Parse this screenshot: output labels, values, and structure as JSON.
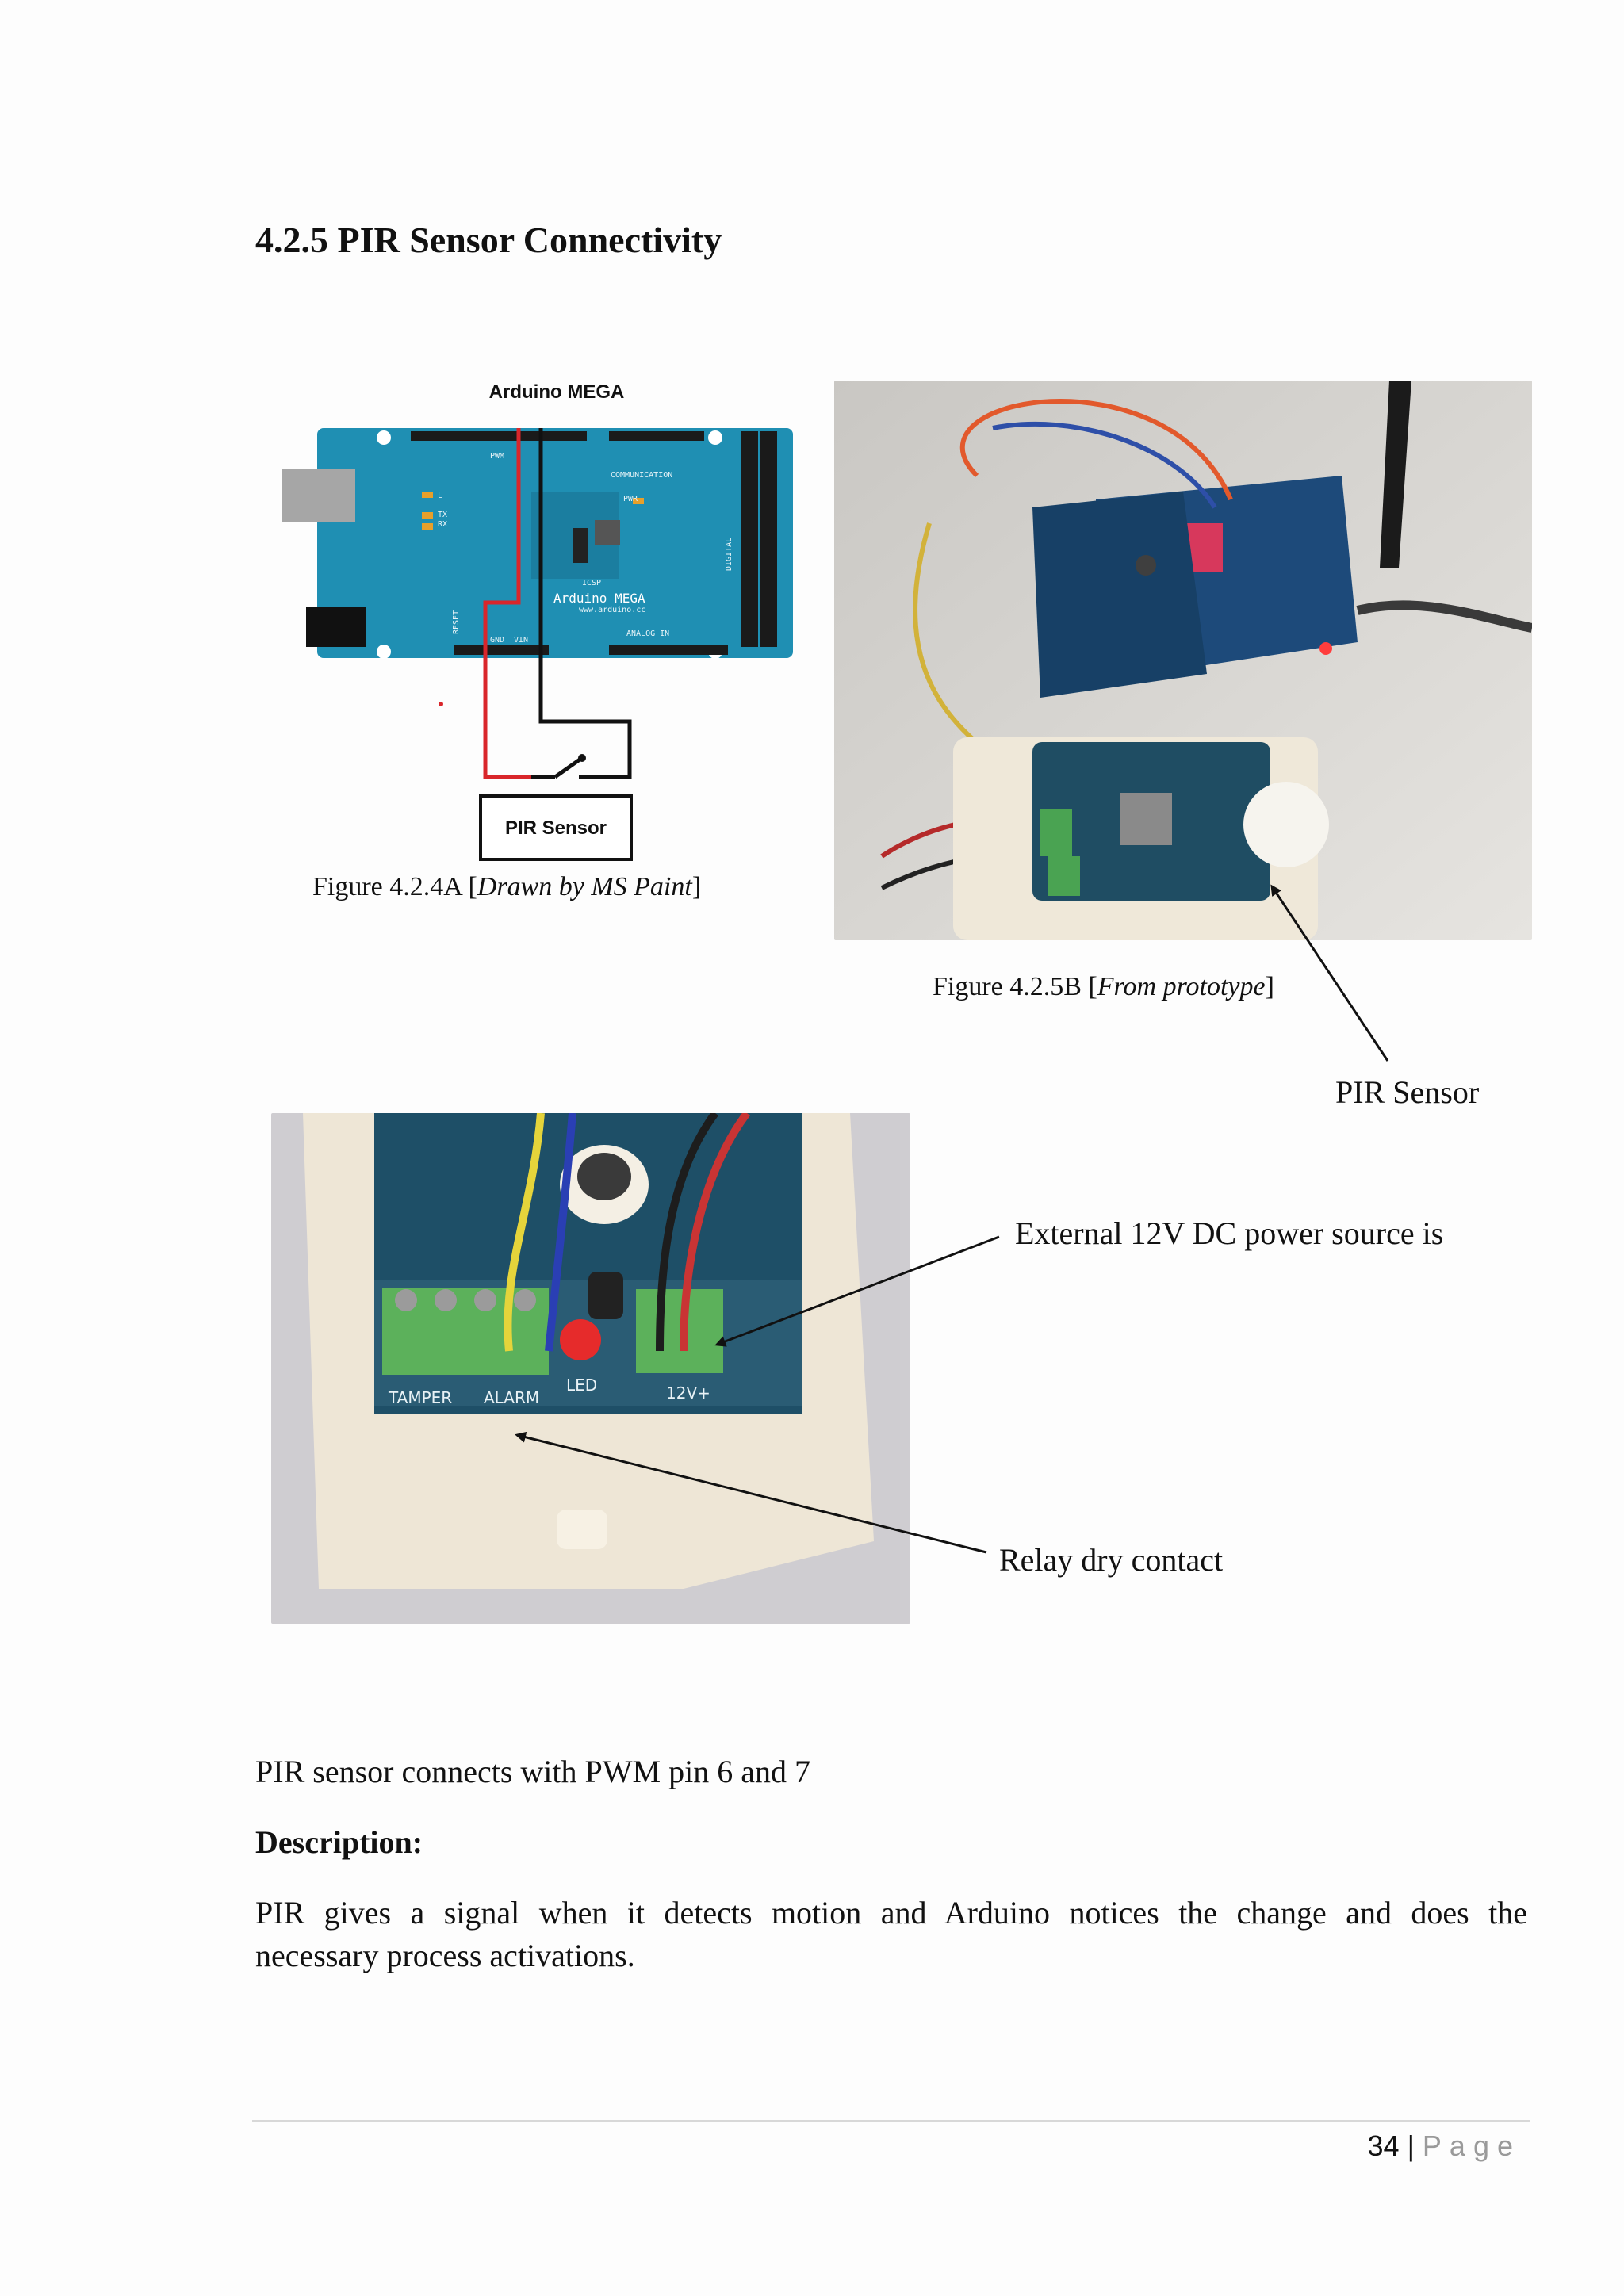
{
  "heading": "4.2.5 PIR Sensor Connectivity",
  "diagram": {
    "board_title": "Arduino MEGA",
    "board_silk": "Arduino MEGA",
    "board_url": "www.arduino.cc",
    "pir_box_label": "PIR Sensor",
    "silk_labels": [
      "PWM",
      "COMMUNICATION",
      "DIGITAL",
      "ANALOG IN",
      "ICSP",
      "PWR",
      "L",
      "TX",
      "RX",
      "RESET",
      "GND",
      "VIN"
    ],
    "colors": {
      "board": "#1f8fb3",
      "wire_red": "#d9262b",
      "wire_black": "#111111"
    }
  },
  "figure_a": {
    "number": "Figure 4.2.4A",
    "source": "Drawn by MS Paint"
  },
  "figure_b": {
    "number": "Figure 4.2.5B",
    "source": "From prototype"
  },
  "callouts": {
    "pir_sensor": "PIR Sensor",
    "power": "External 12V DC power source is",
    "relay": "Relay dry contact"
  },
  "photo_closeup_labels": {
    "tamper": "TAMPER",
    "alarm": "ALARM",
    "led": "LED",
    "v12": "12V+"
  },
  "paragraph_1": "PIR sensor connects with PWM pin 6 and 7",
  "description_heading": "Description:",
  "paragraph_2_line_1": "PIR gives a signal when it detects motion and Arduino notices the change and does the",
  "paragraph_2_line_2": "necessary process activations.",
  "footer": {
    "page_number": "34",
    "separator": "|",
    "page_label": "Page"
  }
}
